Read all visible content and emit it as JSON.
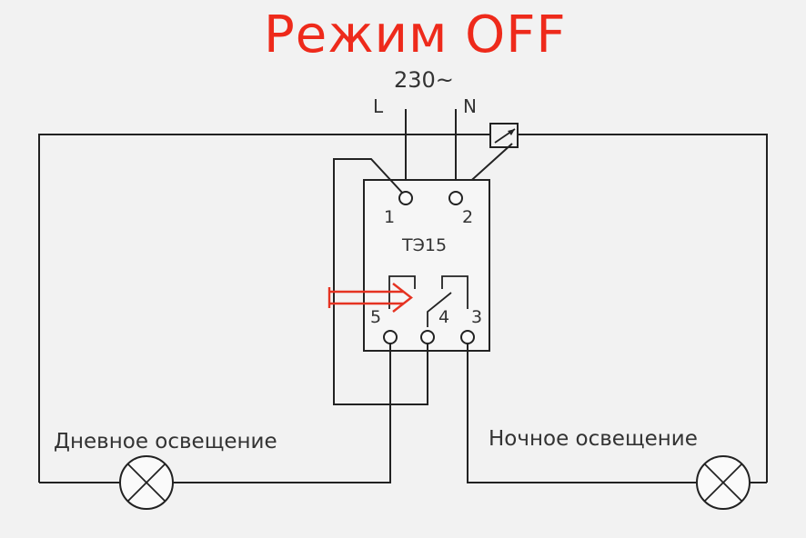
{
  "title": "Режим OFF",
  "supply": {
    "voltage_label": "230~",
    "phase_label": "L",
    "neutral_label": "N"
  },
  "device": {
    "name": "ТЭ15",
    "terminals": {
      "t1": "1",
      "t2": "2",
      "t3": "3",
      "t4": "4",
      "t5": "5"
    }
  },
  "loads": {
    "day": "Дневное освещение",
    "night": "Ночное освещение"
  },
  "colors": {
    "title": "#ee2a1b",
    "arrow": "#e53322",
    "wire": "#222222",
    "background": "#f2f2f2"
  },
  "icons": {
    "lamp": "lamp-cross-icon",
    "arrow": "double-line-arrow-icon",
    "sensor": "photo-sensor-icon"
  }
}
